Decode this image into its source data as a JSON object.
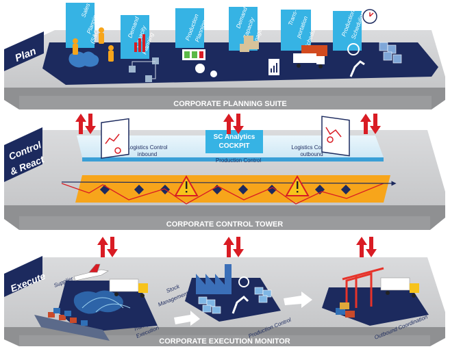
{
  "plan": {
    "layer_label": "Plan",
    "suite_label": "CORPORATE PLANNING SUITE",
    "modules": [
      {
        "lines": [
          "Sales",
          "Planning",
          "(S&OP)"
        ]
      },
      {
        "lines": [
          "Demand",
          "Capacity",
          "Planning"
        ]
      },
      {
        "lines": [
          "Production",
          "Planning"
        ]
      },
      {
        "lines": [
          "Demand",
          "Capacity",
          "Management"
        ]
      },
      {
        "lines": [
          "Trans-",
          "portation",
          "Scheduling"
        ]
      },
      {
        "lines": [
          "Production",
          "Scheduling"
        ]
      }
    ]
  },
  "control": {
    "layer_label_lines": [
      "Control",
      "& React"
    ],
    "tower_label": "CORPORATE CONTROL TOWER",
    "cockpit_lines": [
      "SC Analytics",
      "COCKPIT"
    ],
    "production_control": "Production Control",
    "inbound_lines": [
      "Logistics Control",
      "inbound"
    ],
    "outbound_lines": [
      "Logistics Control",
      "outbound"
    ]
  },
  "execute": {
    "layer_label": "Execute",
    "monitor_label": "CORPORATE EXECUTION MONITOR",
    "supplier": "Supplier",
    "transport_lines": [
      "Transport",
      "Execution"
    ],
    "stock_lines": [
      "Stock",
      "Management"
    ],
    "production_control": "Production Control",
    "outbound_coordination": "Outbound Coordination"
  },
  "colors": {
    "navy": "#1c2a5e",
    "cyan": "#36b3e4",
    "slab_top": "#d5d6d8",
    "slab_side": "#8f9092",
    "arrow_red": "#d91c24",
    "orange": "#f7a51b"
  }
}
